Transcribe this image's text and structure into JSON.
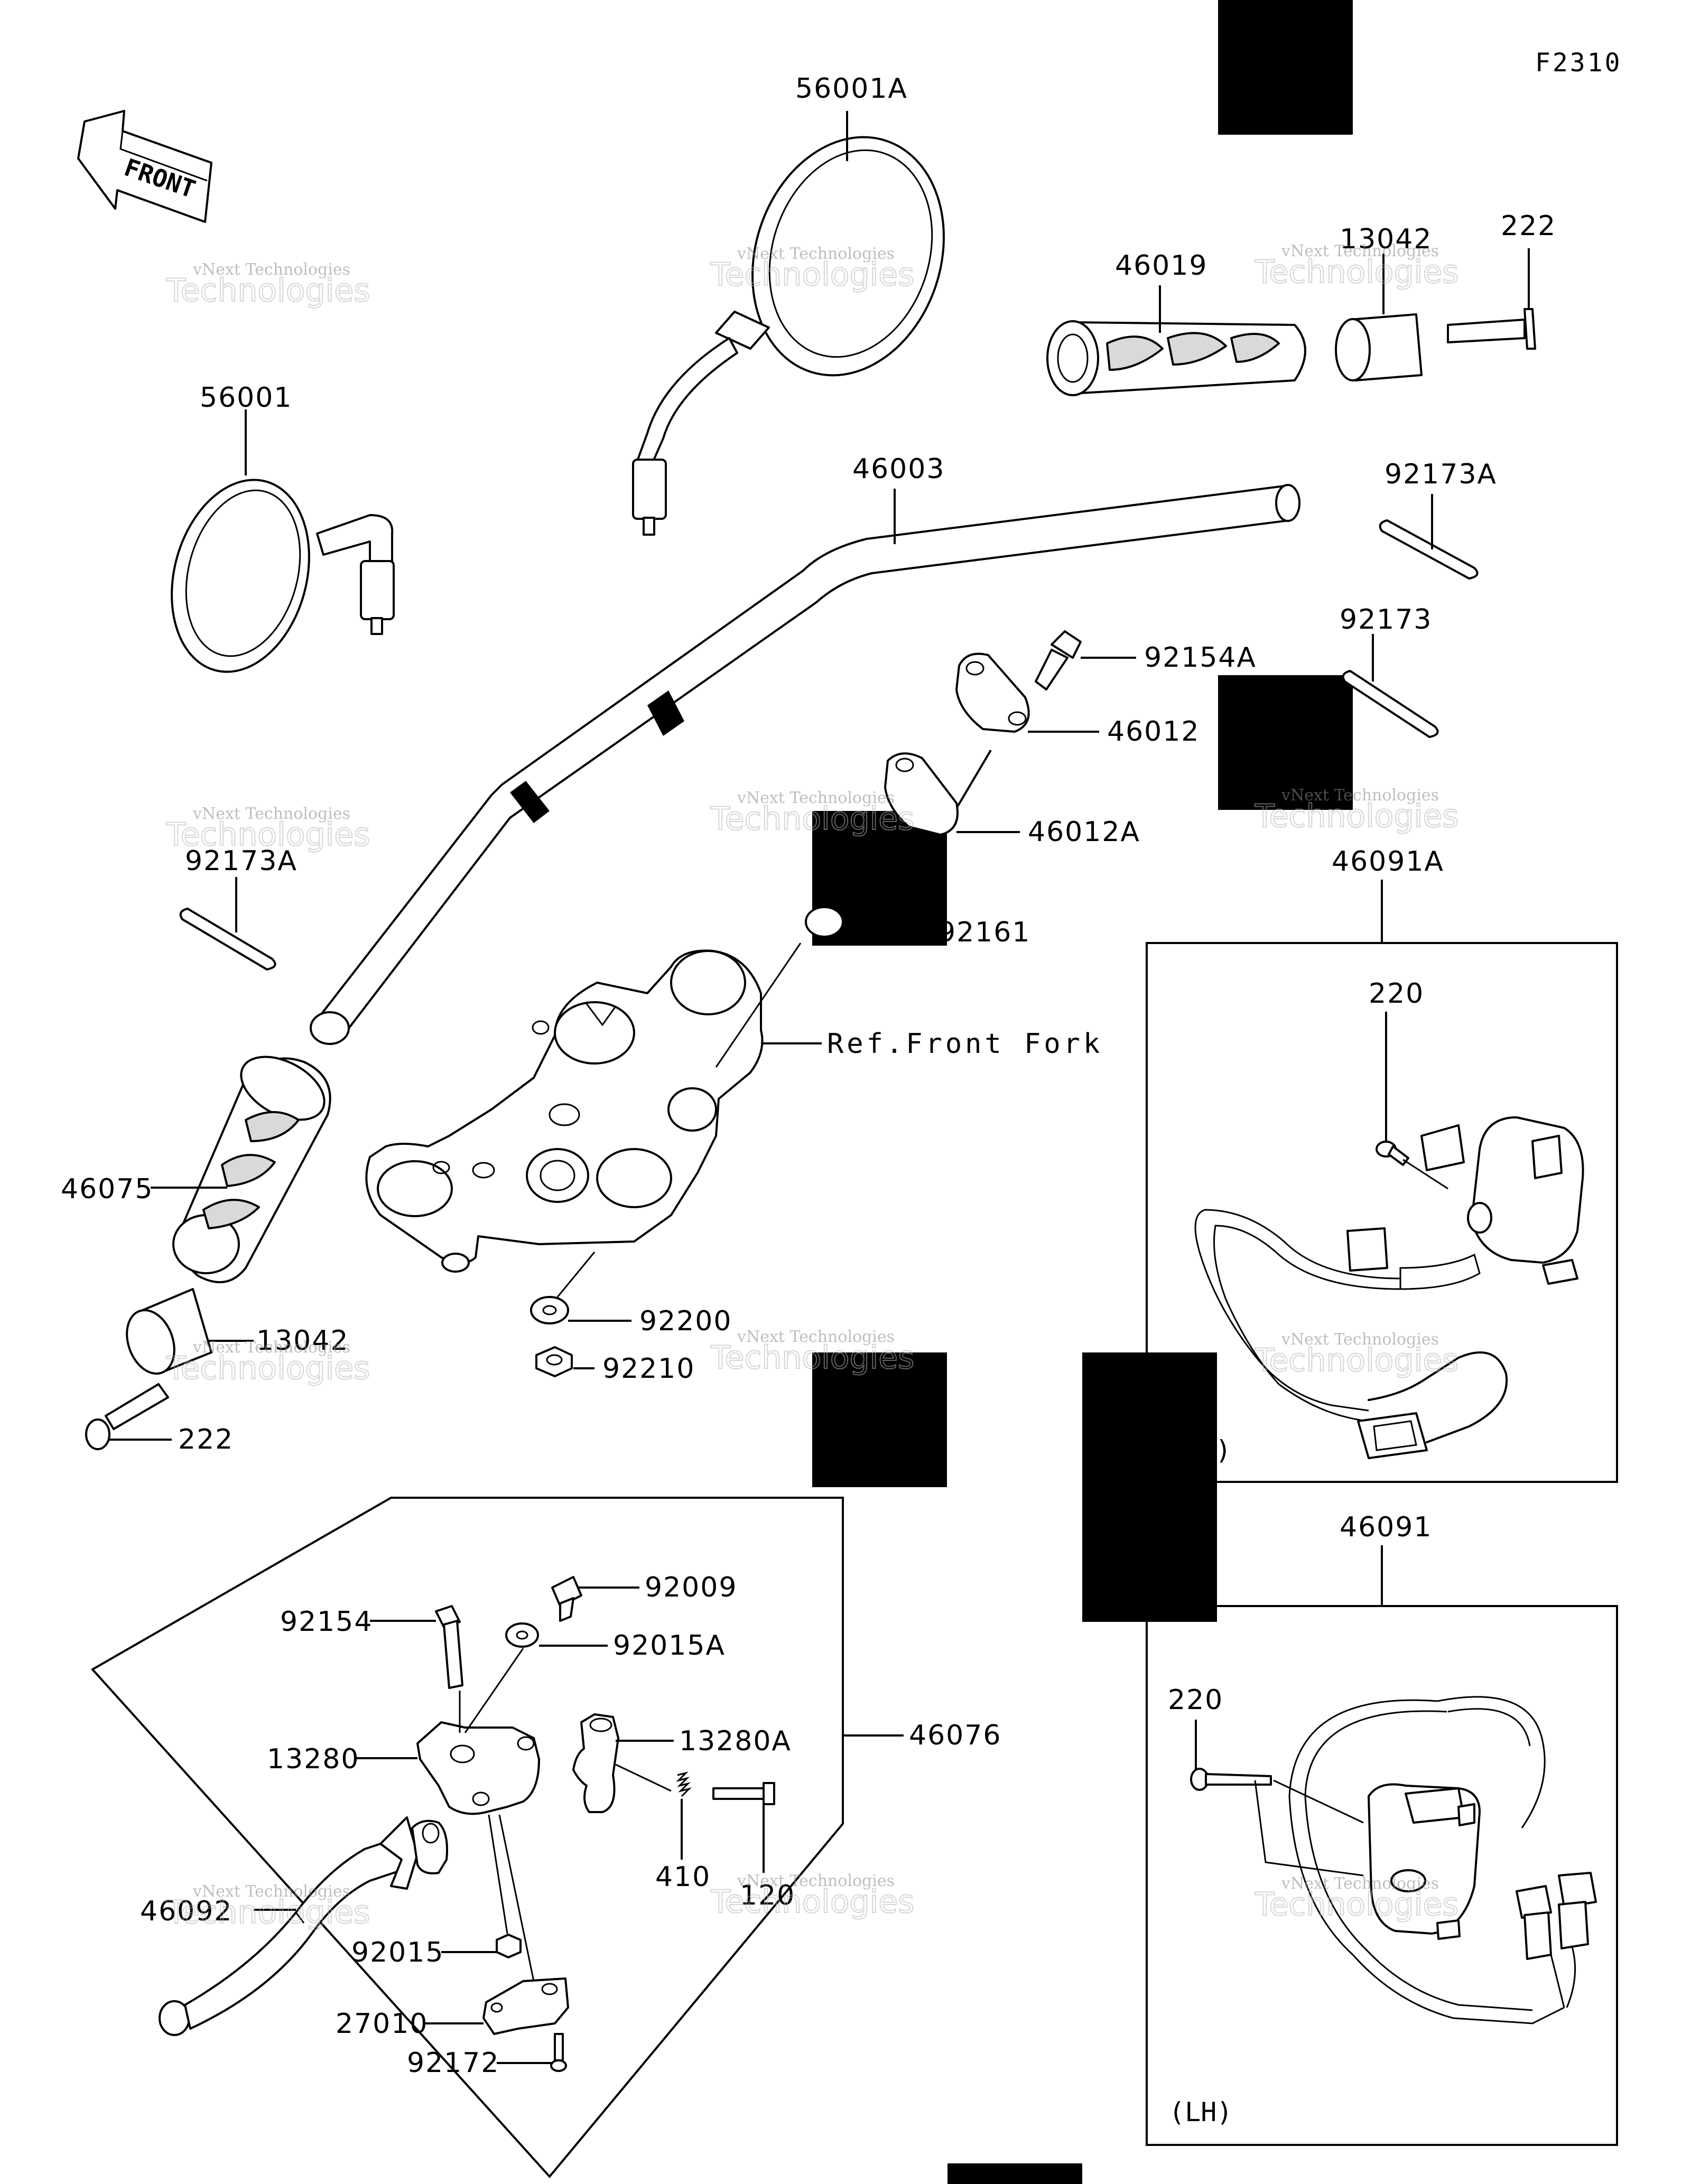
{
  "diagram_code": "F2310",
  "front_label": "FRONT",
  "watermark": {
    "line1": "vNext Technologies",
    "line2": "Technologies"
  },
  "reference": "Ref.Front Fork",
  "side_labels": {
    "right": ")",
    "left": "(LH)"
  },
  "parts": {
    "mirror_right": "56001A",
    "mirror_left": "56001",
    "handlebar": "46003",
    "grip_right": "46019",
    "grip_weight_right": "13042",
    "screw_right": "222",
    "band_right_top": "92173A",
    "band_right": "92173",
    "bolt_holder": "92154A",
    "holder_upper": "46012",
    "holder_lower": "46012A",
    "nut_holder": "92161",
    "switch_right_assy": "46091A",
    "screw_switch_right": "220",
    "band_left": "92173A",
    "grip_left": "46075",
    "grip_weight_left": "13042",
    "screw_left": "222",
    "washer": "92200",
    "nut": "92210",
    "clutch_lever_assy": "46076",
    "screw_92009": "92009",
    "bolt_92154": "92154",
    "washer_92015A": "92015A",
    "bracket_13280": "13280",
    "clamp_13280A": "13280A",
    "spring_410": "410",
    "bolt_120": "120",
    "clutch_lever": "46092",
    "nut_92015": "92015",
    "switch_27010": "27010",
    "screw_92172": "92172",
    "switch_left_assy": "46091",
    "screw_switch_left": "220"
  }
}
